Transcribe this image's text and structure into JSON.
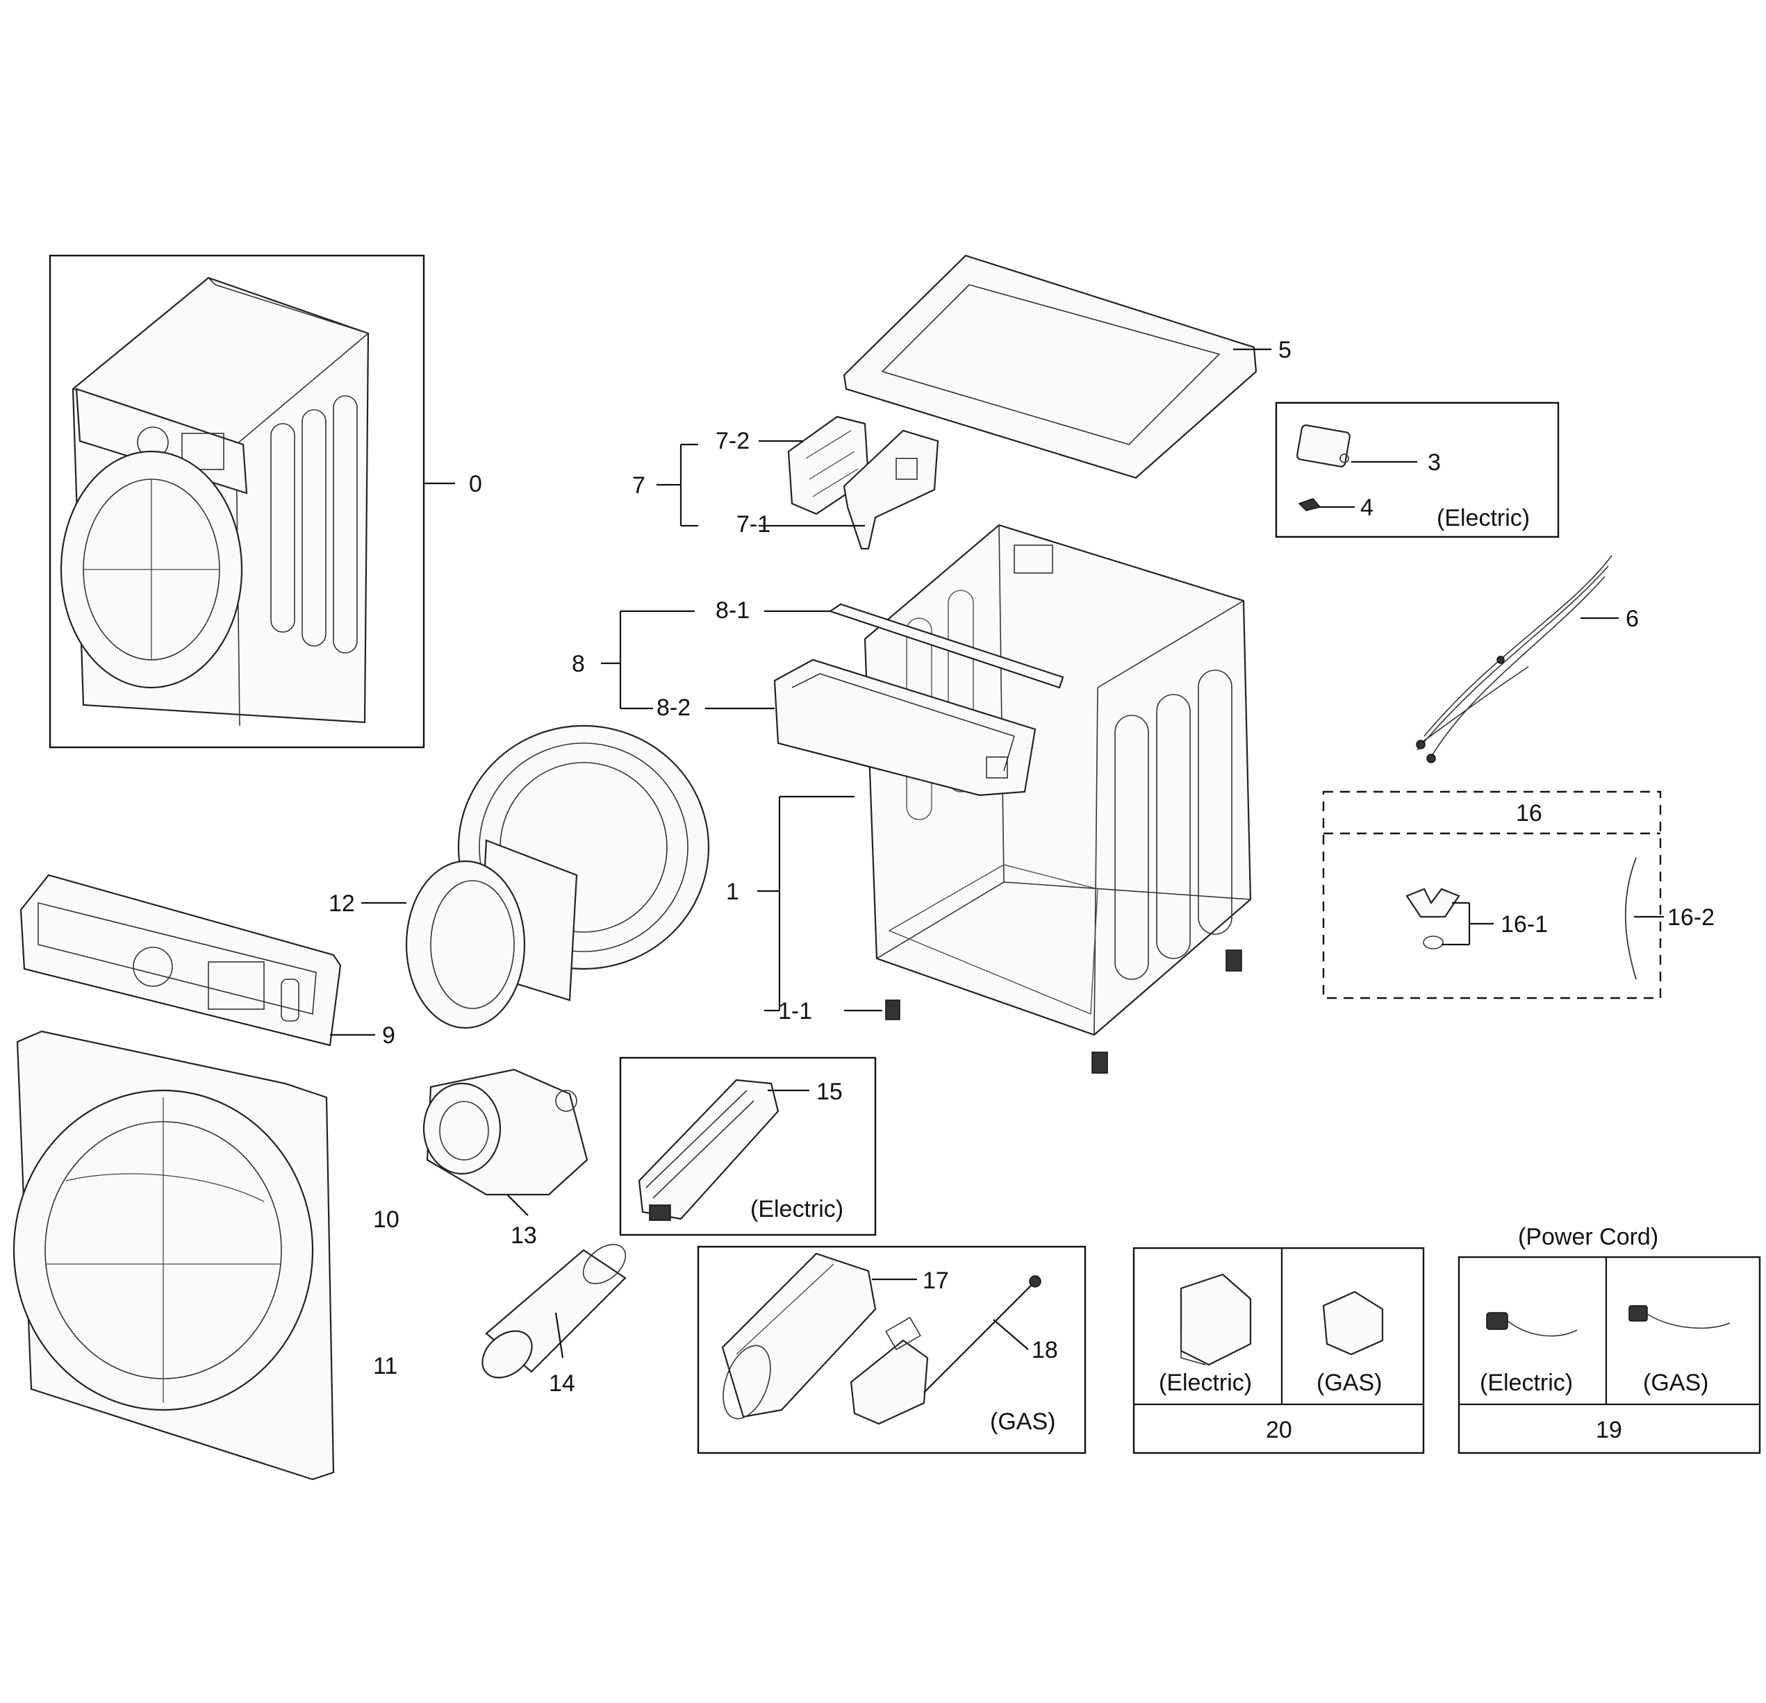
{
  "labels": {
    "p0": "0",
    "p1": "1",
    "p1_1": "1-1",
    "p3": "3",
    "p4": "4",
    "p5": "5",
    "p6": "6",
    "p7": "7",
    "p7_1": "7-1",
    "p7_2": "7-2",
    "p8": "8",
    "p8_1": "8-1",
    "p8_2": "8-2",
    "p9": "9",
    "p10": "10",
    "p11": "11",
    "p12": "12",
    "p13": "13",
    "p14": "14",
    "p15": "15",
    "p16": "16",
    "p16_1": "16-1",
    "p16_2": "16-2",
    "p17": "17",
    "p18": "18",
    "p19": "19",
    "p20": "20"
  },
  "notes": {
    "electric_3_4": "(Electric)",
    "electric_15": "(Electric)",
    "gas_17_18": "(GAS)",
    "electric_20": "(Electric)",
    "gas_20": "(GAS)",
    "power_cord": "(Power Cord)",
    "electric_19": "(Electric)",
    "gas_19": "(GAS)"
  }
}
